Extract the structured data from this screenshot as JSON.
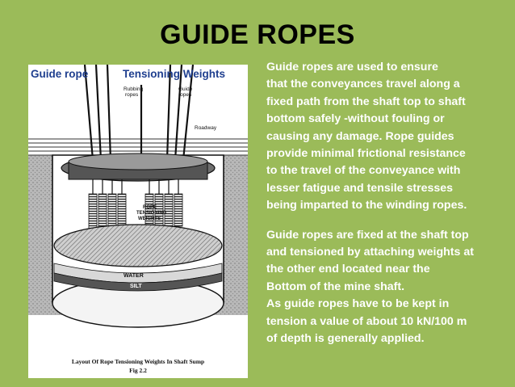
{
  "title": "GUIDE ROPES",
  "labels": {
    "guide_rope": "Guide rope",
    "tensioning_weights": "Tensioning Weights"
  },
  "figure": {
    "rubbing_ropes": "Rubbing ropes",
    "guide_ropes": "Guide ropes",
    "roadway": "Roadway",
    "rope_tensioning_weights": "ROPE TENSIONING WEIGHTS",
    "water": "WATER",
    "silt": "SILT",
    "caption": "Layout Of Rope Tensioning Weights In Shaft Sump",
    "fig_no": "Fig 2.2"
  },
  "paragraphs": [
    "Guide ropes are used to ensure\nthat the conveyances travel along a\nfixed path from the shaft top to shaft\nbottom safely -without fouling or\ncausing any damage. Rope guides\n provide minimal frictional resistance\nto the travel of the conveyance with\nlesser fatigue and tensile stresses\nbeing imparted to the winding ropes.",
    " Guide ropes are fixed at the shaft top\nand tensioned by attaching weights at\nthe other end located near the\nBottom of the mine shaft.\nAs guide ropes have to be kept in\ntension a value of about 10 kN/100 m\nof depth is  generally applied."
  ],
  "colors": {
    "background": "#9bbb59",
    "label_blue": "#1f3f8f",
    "body_text": "#ffffff"
  }
}
